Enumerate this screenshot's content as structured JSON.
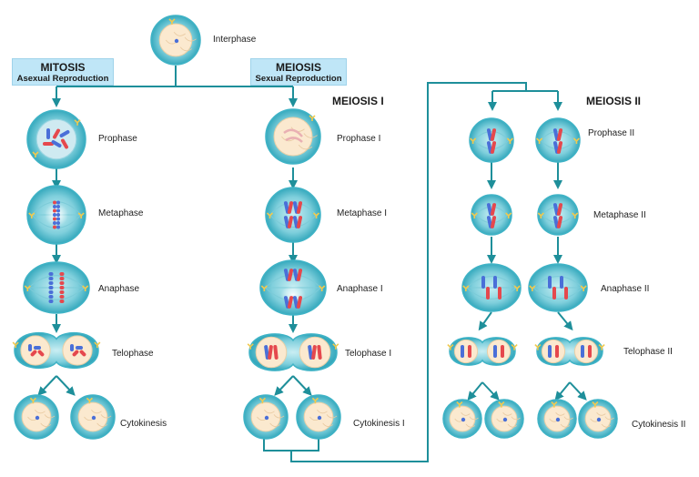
{
  "headers": {
    "mitosis": {
      "title": "MITOSIS",
      "subtitle": "Asexual Reproduction"
    },
    "meiosis": {
      "title": "MEIOSIS",
      "subtitle": "Sexual Reproduction"
    }
  },
  "sections": {
    "meiosis1": "MEIOSIS I",
    "meiosis2": "MEIOSIS II"
  },
  "labels": {
    "interphase": "Interphase",
    "mitosis": [
      "Prophase",
      "Metaphase",
      "Anaphase",
      "Telophase",
      "Cytokinesis"
    ],
    "meiosis1": [
      "Prophase  I",
      "Metaphase I",
      "Anaphase I",
      "Telophase I",
      "Cytokinesis I"
    ],
    "meiosis2": [
      "Prophase  II",
      "Metaphase  II",
      "Anaphase  II",
      "Telophase II",
      "Cytokinesis II"
    ]
  },
  "colors": {
    "cell_outer": "#3fb3c6",
    "cell_inner": "#a6dde6",
    "nucleus": "#fbe9cf",
    "connector": "#1e8f9a",
    "chromosome_red": "#e5484d",
    "chromosome_blue": "#4a6fd8",
    "header_fill": "#bfe6f7"
  }
}
